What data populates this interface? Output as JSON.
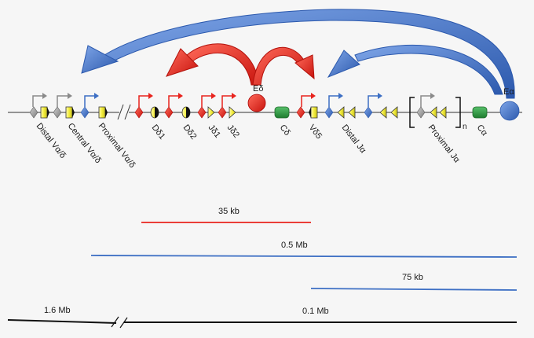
{
  "colors": {
    "red": "#e8231d",
    "blue": "#3d6fc4",
    "gray": "#9a9a9a",
    "yellow": "#f2ec3a",
    "green": "#2a9a3e",
    "black": "#111111",
    "background": "#f6f6f6"
  },
  "segment_labels": {
    "distal_v": "Distal Vα/δ",
    "central_v": "Central Vα/δ",
    "proximal_v": "Proximal Vα/δ",
    "d1": "Dδ1",
    "d2": "Dδ2",
    "j1": "Jδ1",
    "j2": "Jδ2",
    "c_delta": "Cδ",
    "v5": "Vδ5",
    "distal_j": "Distal Jα",
    "proximal_j": "Proximal Jα",
    "c_alpha": "Cα"
  },
  "enhancers": {
    "e_delta": "Eδ",
    "e_alpha": "Eα"
  },
  "repeat_subscript": "n",
  "scale_bars": {
    "red": "35 kb",
    "blue_long": "0.5 Mb",
    "blue_short": "75 kb",
    "black_left": "1.6 Mb",
    "black_right": "0.1 Mb"
  }
}
